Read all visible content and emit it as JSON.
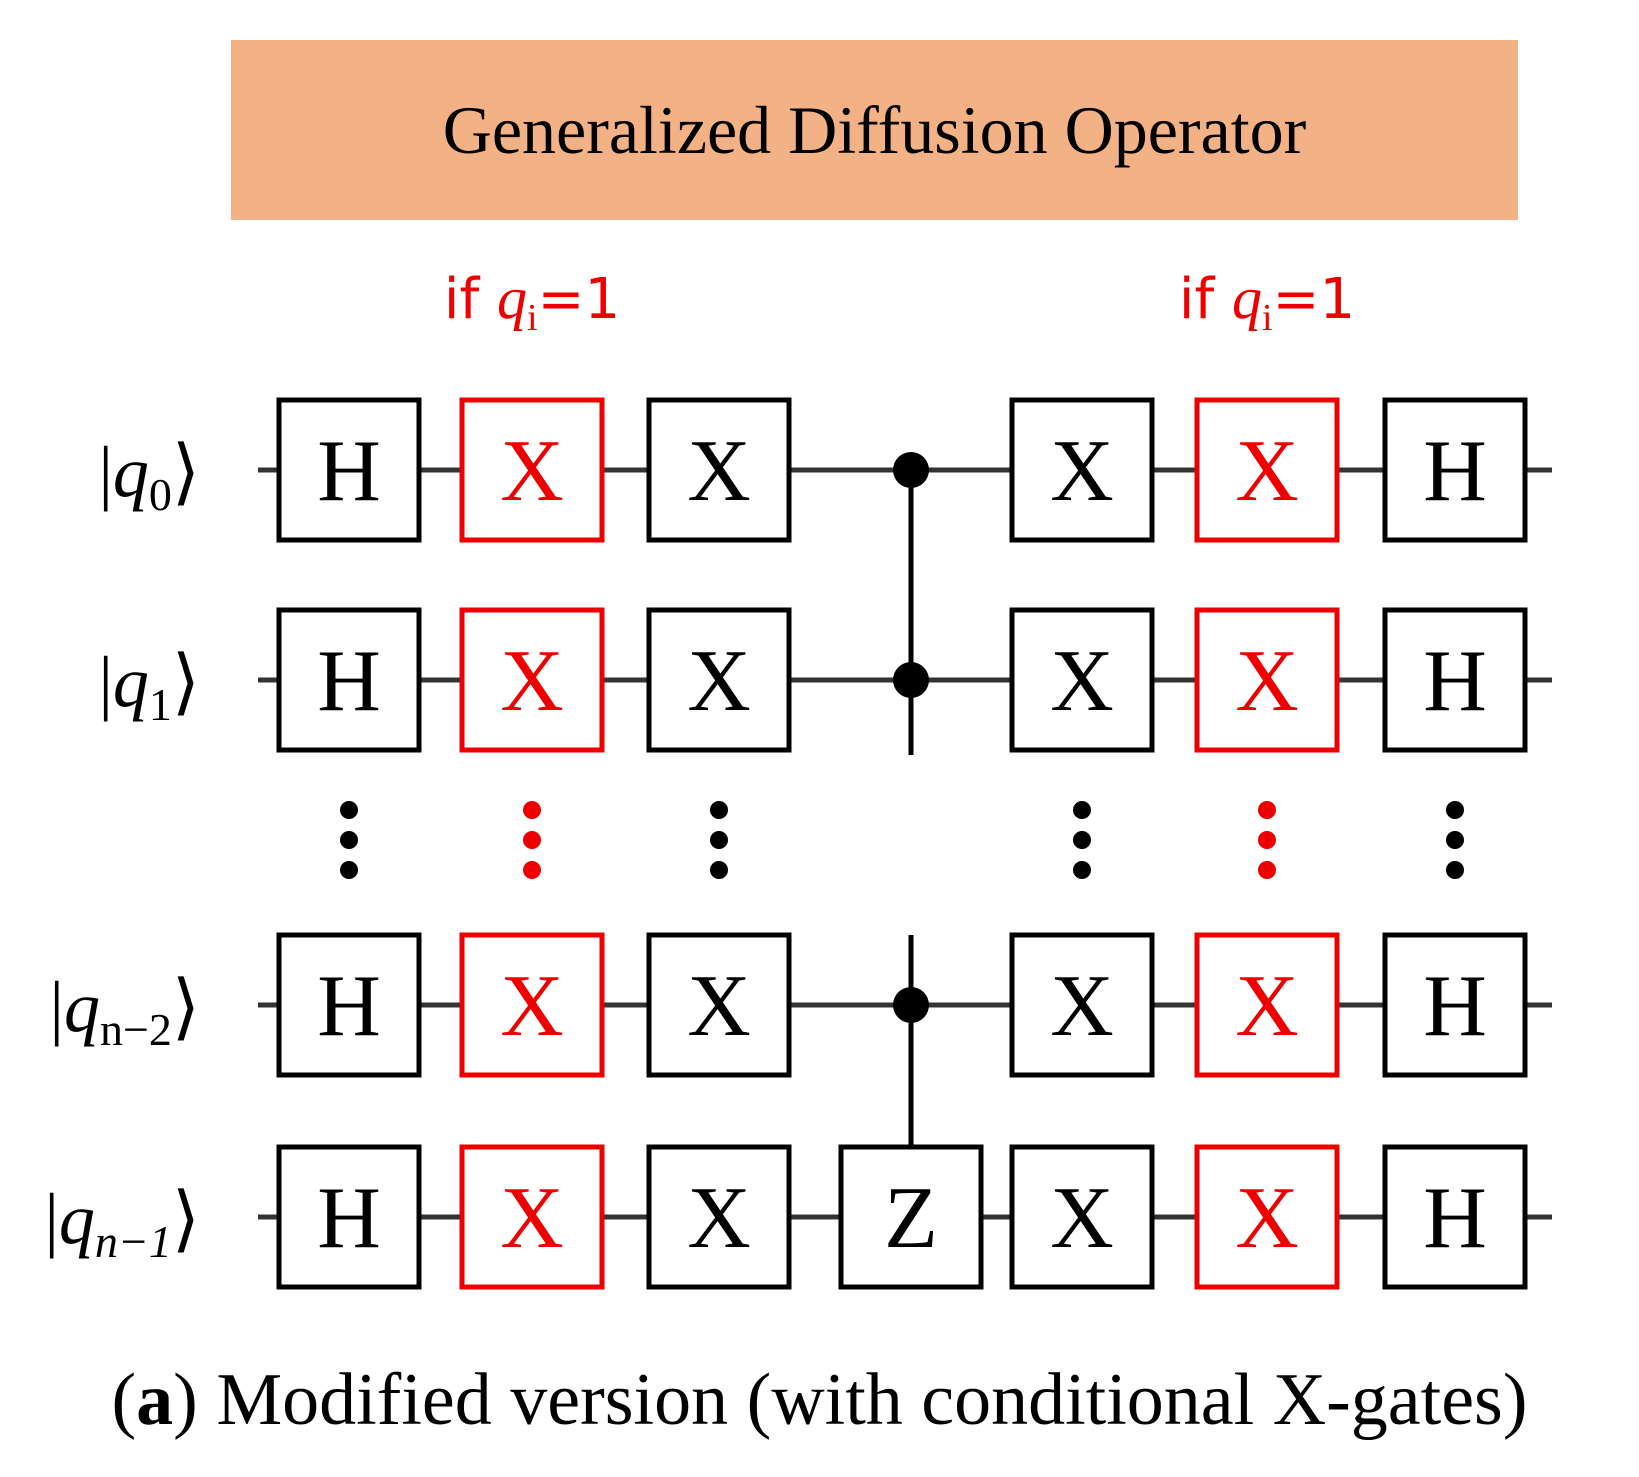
{
  "title": "Generalized Diffusion Operator",
  "condition_label": {
    "prefix": "if ",
    "var": "q",
    "sub": "i",
    "suffix": "=1"
  },
  "qubits": [
    {
      "ket_var": "q",
      "sub": "0",
      "sub_italic": false
    },
    {
      "ket_var": "q",
      "sub": "1",
      "sub_italic": false
    },
    {
      "ket_var": "q",
      "sub": "n−2",
      "sub_italic": false
    },
    {
      "ket_var": "q",
      "sub": "n−1",
      "sub_italic": true
    }
  ],
  "gate_columns": [
    "H",
    "X",
    "X",
    "",
    "X",
    "X",
    "H"
  ],
  "conditional_columns": [
    1,
    5
  ],
  "mcz": {
    "target_gate": "Z",
    "target_qubit": 3,
    "control_qubits": [
      0,
      1,
      2
    ]
  },
  "colors": {
    "title_bg": "#f3b286",
    "conditional": "#ee0000",
    "normal": "#000000",
    "wire": "#333333"
  },
  "caption": {
    "label": "a",
    "text": "Modified version (with conditional X-gates)"
  }
}
